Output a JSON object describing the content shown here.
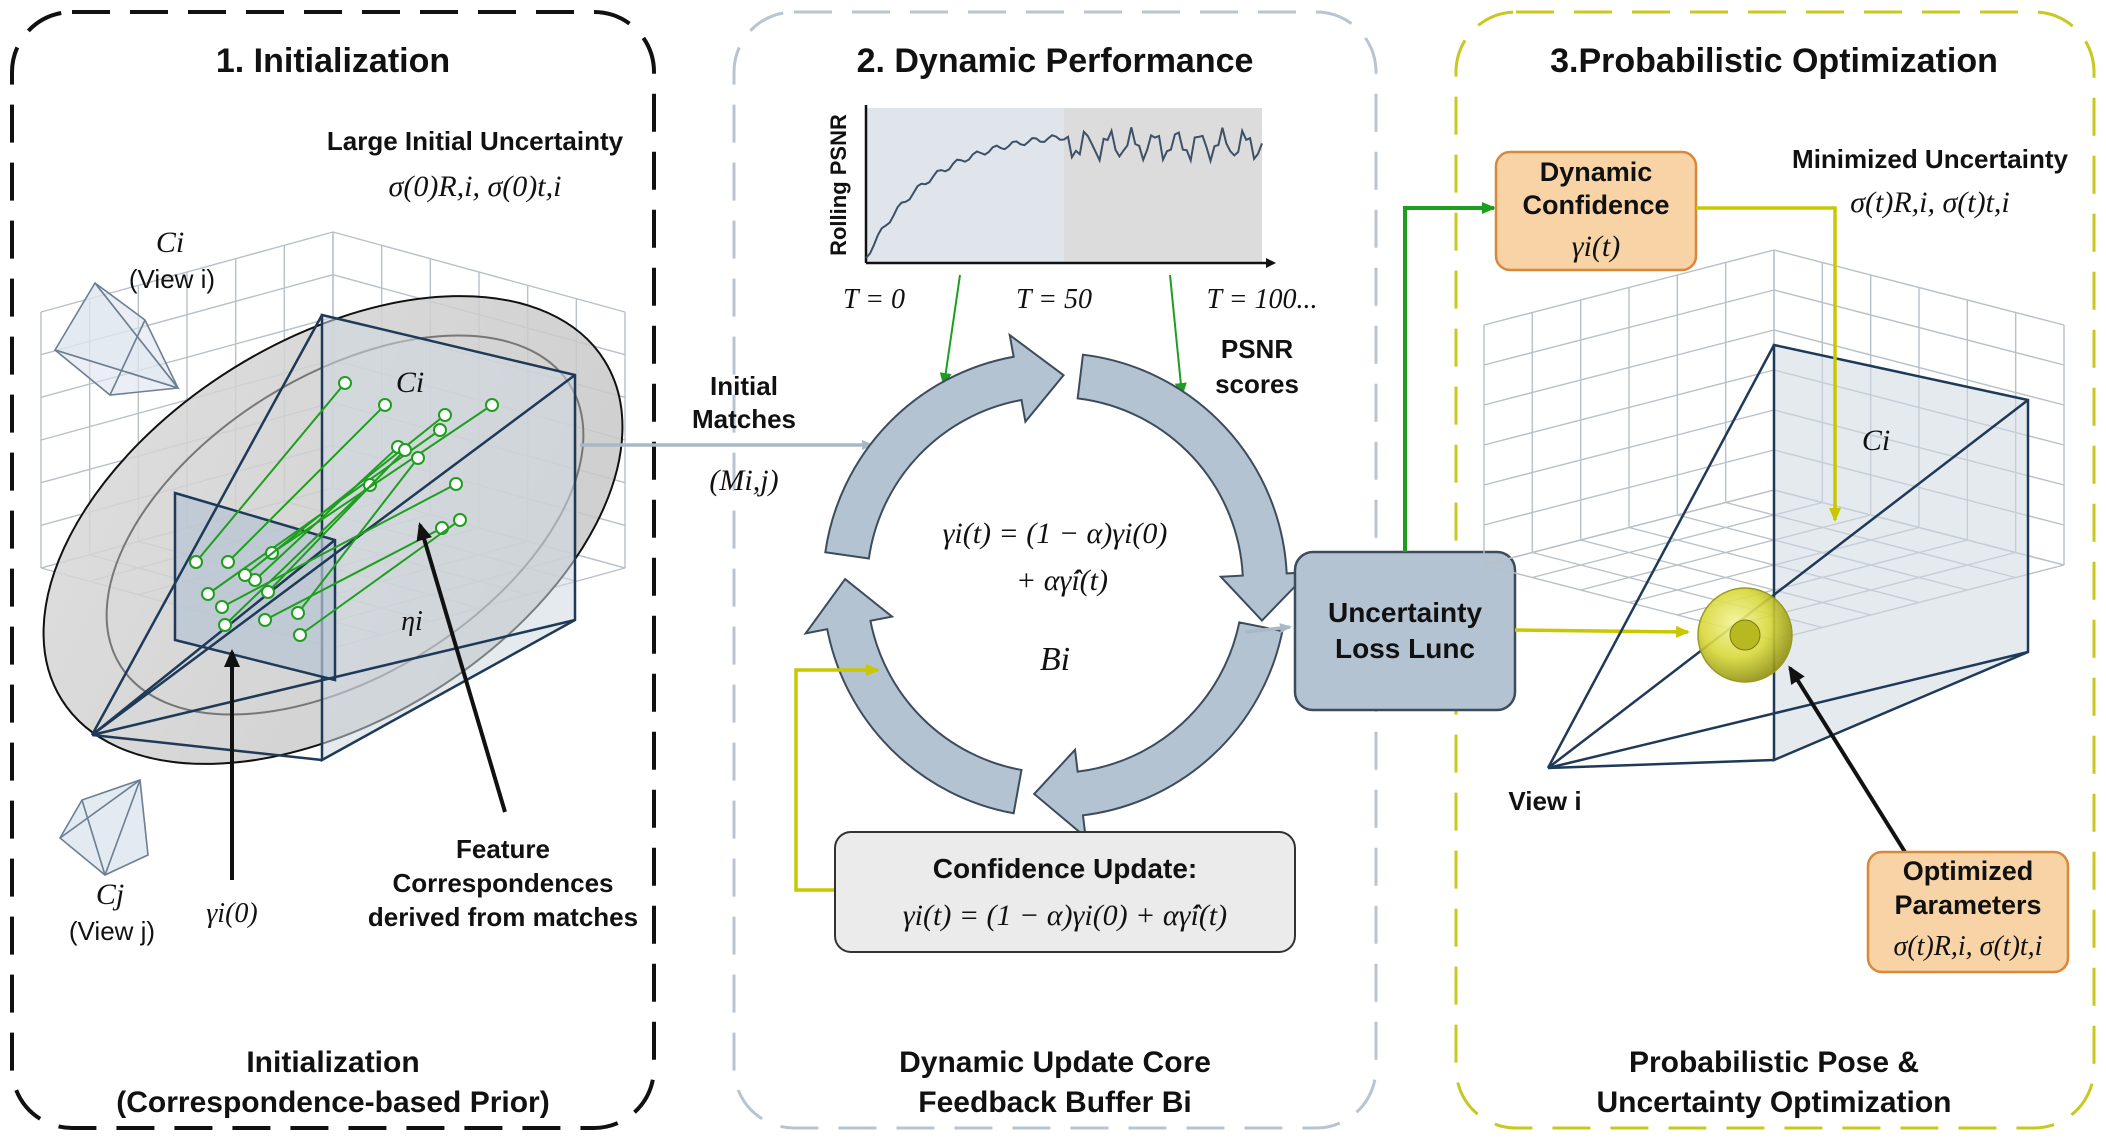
{
  "panel1": {
    "title": "1. Initialization",
    "uncertainty_label": "Large Initial Uncertainty",
    "uncertainty_math": "σ(0)R,i, σ(0)t,i",
    "cam_i_symbol": "Ci",
    "cam_i_view": "(View i)",
    "cam_i_inner_symbol": "Ci",
    "cam_j_symbol": "Cj",
    "cam_j_view": "(View j)",
    "eta_symbol": "ηi",
    "gamma_symbol": "γi(0)",
    "feature_label_lines": [
      "Feature",
      "Correspondences",
      "derived from matches"
    ],
    "bottom_caption_lines": [
      "Initialization",
      "(Correspondence-based Prior)"
    ]
  },
  "connector": {
    "label_lines": [
      "Initial",
      "Matches"
    ],
    "math": "(Mi,j)"
  },
  "panel2": {
    "title": "2. Dynamic Performance",
    "chart_ylabel": "Rolling PSNR",
    "tick_labels": [
      "T = 0",
      "T = 50",
      "T = 100..."
    ],
    "psnr_label_lines": [
      "PSNR",
      "scores"
    ],
    "cycle_eq_line1": "γi(t) = (1 − α)γi(0)",
    "cycle_eq_line2": "+ αγ̂i(t)",
    "buffer_symbol": "Bi",
    "confidence_title": "Confidence Update:",
    "confidence_eq": "γi(t) = (1 − α)γi(0) + αγ̂i(t)",
    "bottom_caption_lines": [
      "Dynamic Update Core",
      "Feedback Buffer Bi"
    ]
  },
  "loss_box": {
    "label_lines": [
      "Uncertainty",
      "Loss Lunc"
    ]
  },
  "panel3": {
    "title": "3.Probabilistic Optimization",
    "dyn_conf_lines": [
      "Dynamic",
      "Confidence"
    ],
    "dyn_conf_math": "γi(t)",
    "min_unc_label": "Minimized Uncertainty",
    "min_unc_math": "σ(t)R,i, σ(t)t,i",
    "cam_symbol": "Ci",
    "view_label": "View i",
    "opt_param_lines": [
      "Optimized",
      "Parameters"
    ],
    "opt_param_math": "σ(t)R,i, σ(t)t,i",
    "bottom_caption_lines": [
      "Probabilistic Pose &",
      "Uncertainty Optimization"
    ]
  },
  "colors": {
    "panel1_border": "#111111",
    "panel2_border": "#b8c4d0",
    "panel3_border": "#c8c81e",
    "green": "#1e9e1e",
    "yellow": "#c8c800",
    "orange_fill": "#f8d3a5",
    "orange_stroke": "#d9883a",
    "slate_fill": "#b3c3d1",
    "slate_stroke": "#3c4c5c",
    "navy": "#1e3a58"
  }
}
